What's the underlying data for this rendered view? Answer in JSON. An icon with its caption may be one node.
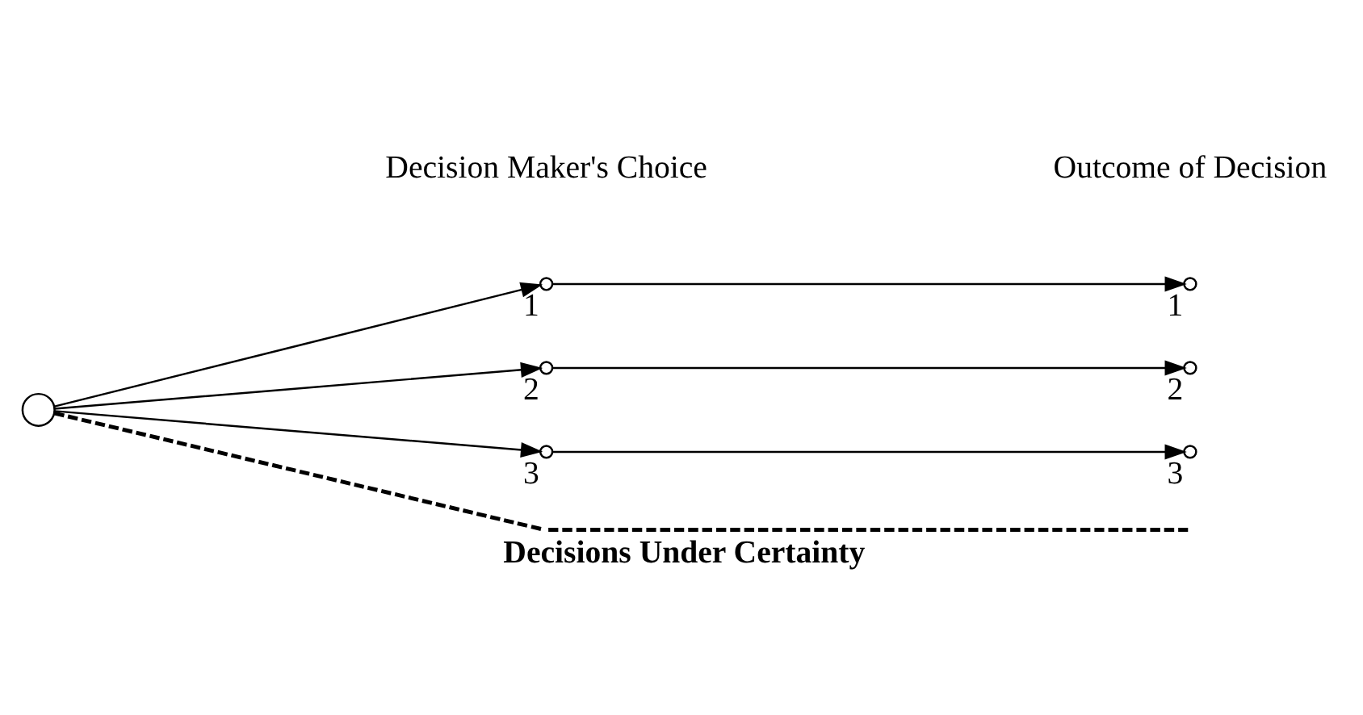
{
  "diagram": {
    "caption": "Decisions Under Certainty",
    "nodes": [
      {
        "text": [],
        "shape": "circle"
      },
      {
        "text": [
          "1"
        ]
      },
      {
        "text": [
          "2"
        ]
      },
      {
        "text": [
          "3"
        ]
      },
      {
        "text": [
          "1"
        ]
      },
      {
        "text": [
          "2"
        ]
      },
      {
        "text": [
          "3"
        ]
      }
    ],
    "edges": [
      {
        "from": 0,
        "to": 1,
        "arrow": "to"
      },
      {
        "from": 0,
        "to": 2,
        "arrow": "to"
      },
      {
        "from": 0,
        "to": 3,
        "arrow": "to"
      },
      {
        "from": 0,
        "to": null,
        "arrow": "none",
        "style": "dashed"
      },
      {
        "from": 1,
        "to": 4,
        "arrow": "to"
      },
      {
        "from": 2,
        "to": 5,
        "arrow": "to"
      },
      {
        "from": 3,
        "to": 6,
        "arrow": "to"
      }
    ],
    "labels": [
      "Decision Maker's Choice",
      "Outcome of Decision"
    ]
  }
}
